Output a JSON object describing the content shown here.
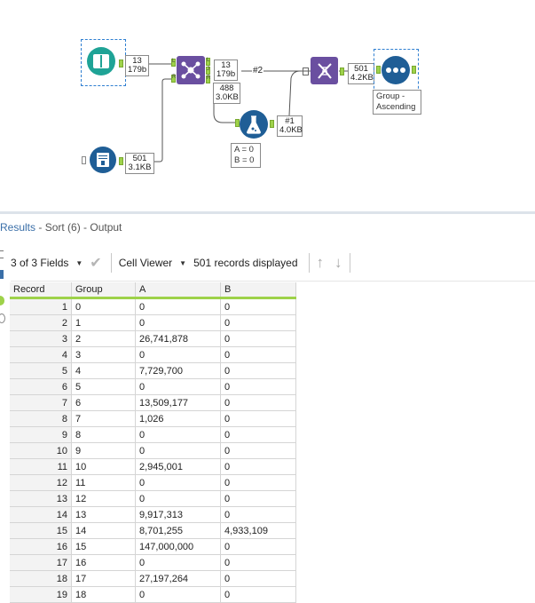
{
  "canvas": {
    "input_badge": [
      "13",
      "179b"
    ],
    "join_badge_j": [
      "13",
      "179b"
    ],
    "join_badge_r": [
      "488",
      "3.0KB"
    ],
    "union_label": "#2",
    "formula_badge": [
      "#1",
      "4.0KB"
    ],
    "formula_annotation": [
      "A = 0",
      "B = 0"
    ],
    "text_input_badge": [
      "501",
      "3.1KB"
    ],
    "sort_badge": [
      "501",
      "4.2KB"
    ],
    "sort_annotation": [
      "Group -",
      "Ascending"
    ],
    "join_anchors": {
      "l": "L",
      "r": "R",
      "j": "J",
      "out_l": "L",
      "out_r": "R"
    },
    "colors": {
      "purple": "#6a4fa0",
      "blue": "#1f5e96",
      "green": "#9ed24a",
      "teal": "#1a8aa0"
    }
  },
  "results": {
    "title": "Results",
    "subtitle": "- Sort (6) - Output"
  },
  "toolbar": {
    "fields": "3 of 3 Fields",
    "viewer": "Cell Viewer",
    "records": "501 records displayed"
  },
  "table": {
    "headers": [
      "Record",
      "Group",
      "A",
      "B"
    ],
    "rows": [
      [
        "1",
        "0",
        "0",
        "0"
      ],
      [
        "2",
        "1",
        "0",
        "0"
      ],
      [
        "3",
        "2",
        "26,741,878",
        "0"
      ],
      [
        "4",
        "3",
        "0",
        "0"
      ],
      [
        "5",
        "4",
        "7,729,700",
        "0"
      ],
      [
        "6",
        "5",
        "0",
        "0"
      ],
      [
        "7",
        "6",
        "13,509,177",
        "0"
      ],
      [
        "8",
        "7",
        "1,026",
        "0"
      ],
      [
        "9",
        "8",
        "0",
        "0"
      ],
      [
        "10",
        "9",
        "0",
        "0"
      ],
      [
        "11",
        "10",
        "2,945,001",
        "0"
      ],
      [
        "12",
        "11",
        "0",
        "0"
      ],
      [
        "13",
        "12",
        "0",
        "0"
      ],
      [
        "14",
        "13",
        "9,917,313",
        "0"
      ],
      [
        "15",
        "14",
        "8,701,255",
        "4,933,109"
      ],
      [
        "16",
        "15",
        "147,000,000",
        "0"
      ],
      [
        "17",
        "16",
        "0",
        "0"
      ],
      [
        "18",
        "17",
        "27,197,264",
        "0"
      ],
      [
        "19",
        "18",
        "0",
        "0"
      ]
    ]
  }
}
